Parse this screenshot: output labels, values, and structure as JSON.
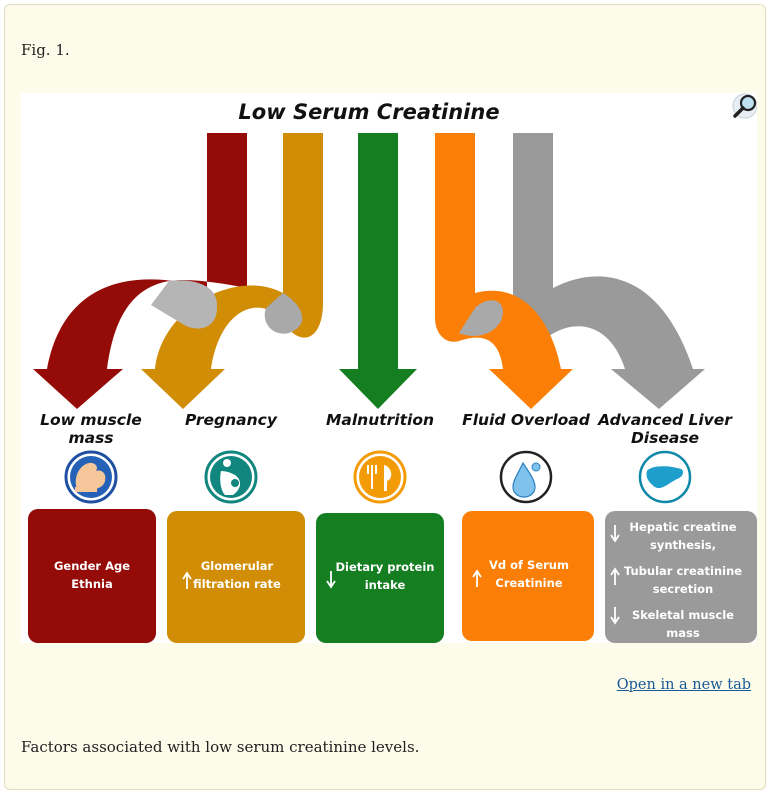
{
  "figure_label": "Fig. 1.",
  "open_link": "Open in a new tab",
  "caption": "Factors associated with low serum creatinine levels.",
  "figure": {
    "title": "Low Serum Creatinine",
    "zoom_icon": "magnifier-icon",
    "categories": [
      {
        "label_lines": [
          "Low muscle",
          "mass"
        ],
        "color": "#950b08",
        "icon": "flexed-arm-icon",
        "box_lines": [
          {
            "arrow": "",
            "text": [
              "Gender Age",
              "Ethnia"
            ]
          }
        ]
      },
      {
        "label_lines": [
          "Pregnancy"
        ],
        "color": "#d18d06",
        "icon": "pregnant-woman-icon",
        "box_lines": [
          {
            "arrow": "up",
            "text": [
              "Glomerular",
              "filtration rate"
            ]
          }
        ]
      },
      {
        "label_lines": [
          "Malnutrition"
        ],
        "color": "#147e21",
        "icon": "fork-knife-icon",
        "box_lines": [
          {
            "arrow": "down",
            "text": [
              "Dietary protein",
              "intake"
            ]
          }
        ]
      },
      {
        "label_lines": [
          "Fluid Overload"
        ],
        "color": "#fb7f06",
        "icon": "water-drop-icon",
        "box_lines": [
          {
            "arrow": "up",
            "text": [
              "Vd of Serum",
              "Creatinine"
            ]
          }
        ]
      },
      {
        "label_lines": [
          "Advanced Liver",
          "Disease"
        ],
        "color": "#9a9a9a",
        "icon": "liver-icon",
        "box_lines": [
          {
            "arrow": "down",
            "text": [
              "Hepatic creatine",
              "synthesis,"
            ]
          },
          {
            "arrow": "up",
            "text": [
              "Tubular creatinine",
              "secretion"
            ]
          },
          {
            "arrow": "down",
            "text": [
              "Skeletal muscle",
              "mass"
            ]
          }
        ]
      }
    ]
  }
}
